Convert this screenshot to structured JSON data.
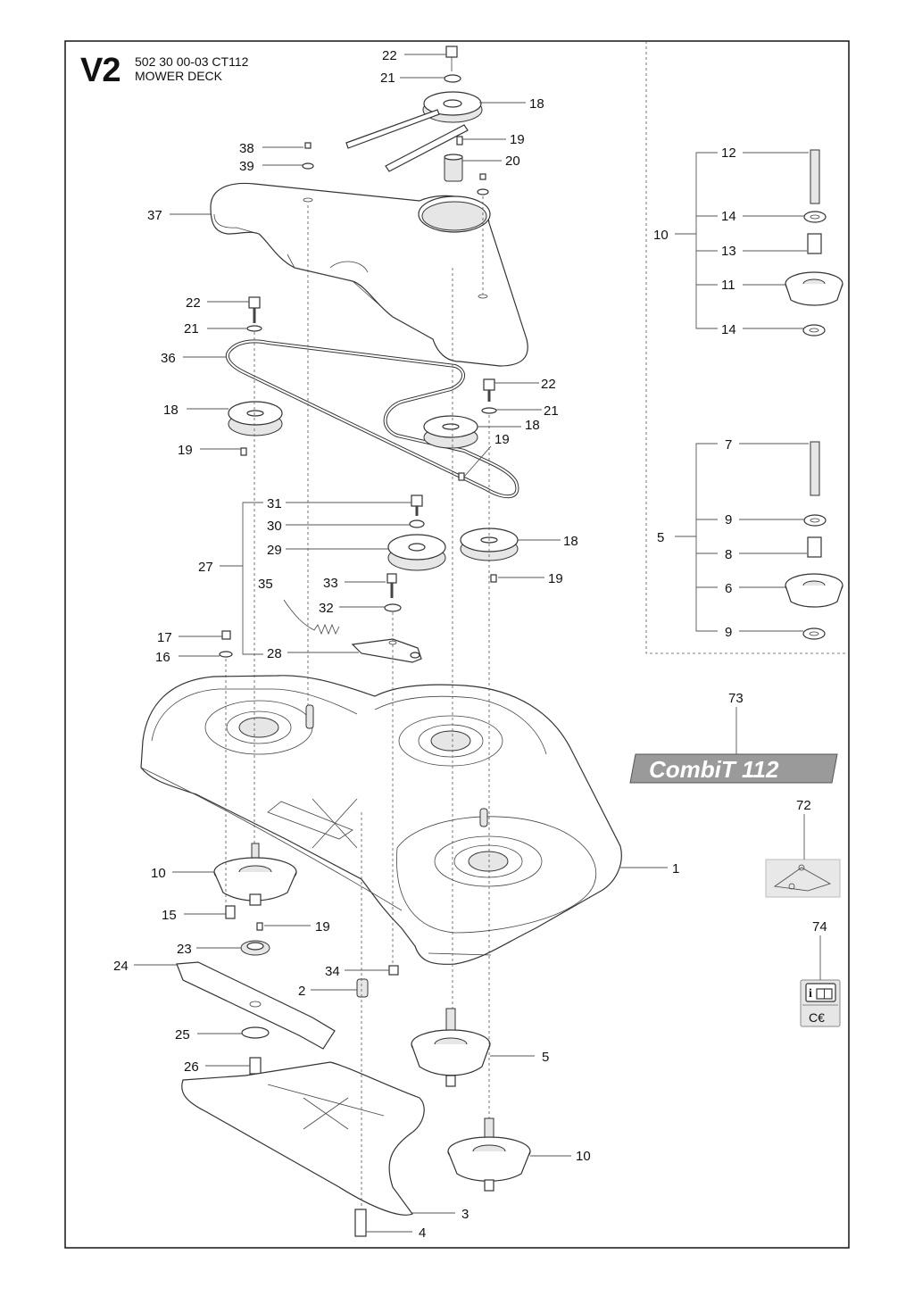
{
  "header": {
    "section_code": "V2",
    "part_number_line": "502 30 00-03  CT112",
    "title": "MOWER DECK"
  },
  "decal": {
    "text": "CombiT 112"
  },
  "icons": [
    "info-manual-icon",
    "ce-mark-icon",
    "belt-routing-decal-icon"
  ],
  "labels": {
    "l22a": "22",
    "l21a": "21",
    "l18a": "18",
    "l19a": "19",
    "l20": "20",
    "l38": "38",
    "l39": "39",
    "l37": "37",
    "l22b": "22",
    "l21b": "21",
    "l36": "36",
    "l22c": "22",
    "l21c": "21",
    "l18b": "18",
    "l18c": "18",
    "l19b": "19",
    "l19c": "19",
    "l31": "31",
    "l30": "30",
    "l29": "29",
    "l27": "27",
    "l35": "35",
    "l33": "33",
    "l32": "32",
    "l18d": "18",
    "l19d": "19",
    "l17": "17",
    "l16": "16",
    "l28": "28",
    "l12": "12",
    "l14a": "14",
    "l10a": "10",
    "l13": "13",
    "l11": "11",
    "l14b": "14",
    "l7": "7",
    "l9a": "9",
    "l5a": "5",
    "l8": "8",
    "l6": "6",
    "l9b": "9",
    "l73": "73",
    "l72": "72",
    "l74": "74",
    "l1": "1",
    "l10b": "10",
    "l15": "15",
    "l19e": "19",
    "l23": "23",
    "l24": "24",
    "l34": "34",
    "l2": "2",
    "l25": "25",
    "l26": "26",
    "l5b": "5",
    "l10c": "10",
    "l3": "3",
    "l4": "4"
  }
}
